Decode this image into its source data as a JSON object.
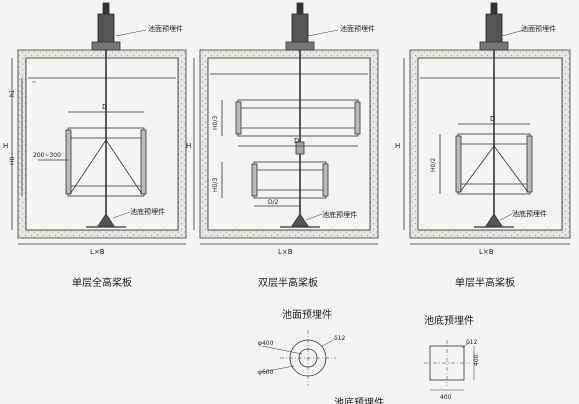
{
  "labels": {
    "surface_embed": "池面预埋件",
    "bottom_embed": "池底预埋件",
    "width": "L×B",
    "height": "H",
    "h1": "h1",
    "h0": "H0",
    "d": "D",
    "d_half": "D/2",
    "h0_third": "H0/3",
    "h0_half": "H0/2",
    "range": "200~300"
  },
  "captions": {
    "left": "单层全高桨板",
    "middle": "双层半高桨板",
    "right": "单层半高桨板"
  },
  "details": {
    "surface_title": "池面预埋件",
    "bottom_title": "池底预埋件",
    "d400": "φ400",
    "d600": "φ600",
    "thickness": "δ12",
    "size400": "400",
    "bottom_caption": "池底预埋件"
  }
}
